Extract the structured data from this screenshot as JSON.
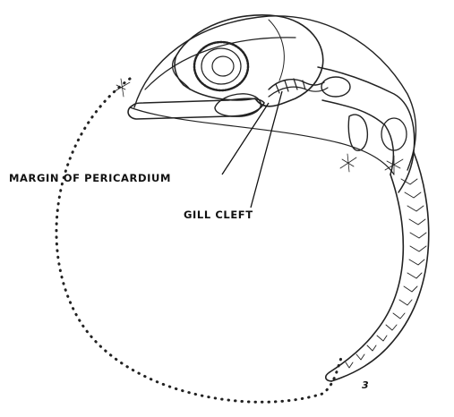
{
  "labels": {
    "pericardium": "MARGIN OF PERICARDIUM",
    "gill": "GILL CLEFT",
    "figure_number": "3"
  },
  "colors": {
    "ink": "#222222",
    "background": "#ffffff"
  }
}
